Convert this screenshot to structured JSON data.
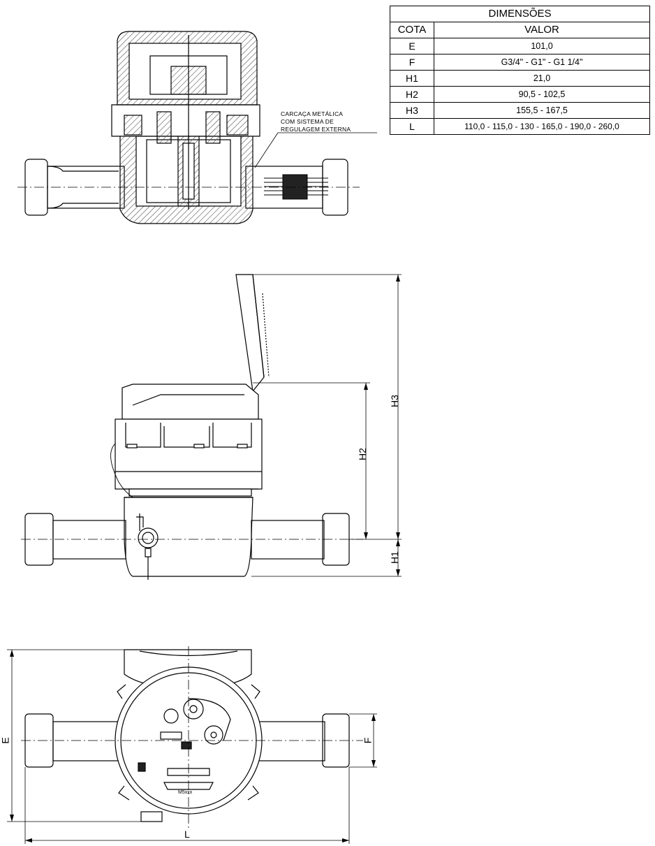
{
  "table": {
    "title": "DIMENSÕES",
    "col_cota": "COTA",
    "col_valor": "VALOR",
    "rows": [
      {
        "cota": "E",
        "valor": "101,0"
      },
      {
        "cota": "F",
        "valor": "G3/4\" - G1\" - G1 1/4\""
      },
      {
        "cota": "H1",
        "valor": "21,0"
      },
      {
        "cota": "H2",
        "valor": "90,5 - 102,5"
      },
      {
        "cota": "H3",
        "valor": "155,5 - 167,5"
      },
      {
        "cota": "L",
        "valor": "110,0 - 115,0 - 130 - 165,0 - 190,0 - 260,0"
      }
    ]
  },
  "note": {
    "line1": "CARCAÇA METÁLICA",
    "line2": "COM SISTEMA DE",
    "line3": "REGULAGEM EXTERNA"
  },
  "dimensions": {
    "h3": "H3",
    "h2": "H2",
    "h1": "H1",
    "e": "E",
    "f": "F",
    "l": "L"
  },
  "dial_label": "M5xxx",
  "colors": {
    "line": "#000000",
    "hatch": "#555555",
    "background": "#ffffff"
  }
}
